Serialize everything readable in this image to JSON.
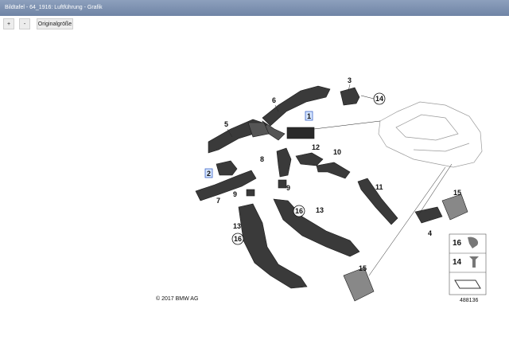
{
  "window": {
    "title": "Bildtafel - 64_1916: Luftführung - Grafik"
  },
  "toolbar": {
    "zoom_in": "+",
    "zoom_out": "-",
    "original_size": "Originalgröße"
  },
  "diagram": {
    "callouts": [
      "1",
      "2",
      "3",
      "4",
      "5",
      "6",
      "7",
      "8",
      "9",
      "10",
      "11",
      "12",
      "13",
      "13",
      "14",
      "15",
      "15",
      "16"
    ],
    "copyright": "© 2017 BMW AG",
    "image_number": "488136",
    "legend": [
      "16",
      "14"
    ]
  }
}
